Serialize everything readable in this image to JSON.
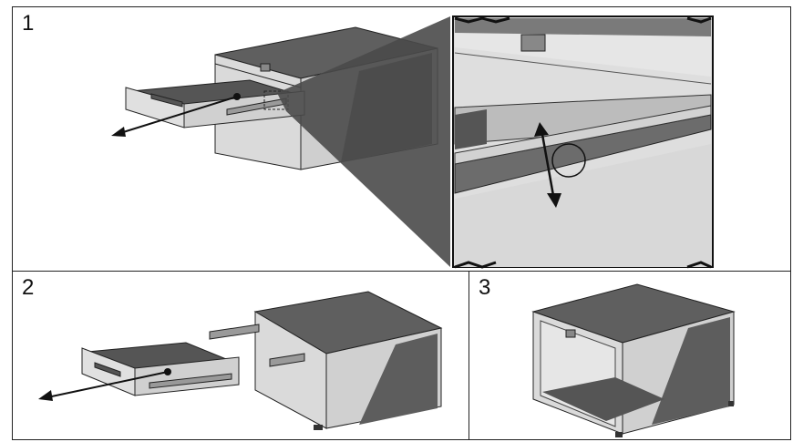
{
  "steps": [
    {
      "number": "1"
    },
    {
      "number": "2"
    },
    {
      "number": "3"
    }
  ],
  "colors": {
    "dark_gray": "#5a5a5a",
    "mid_gray": "#8a8a8a",
    "light_gray": "#d4d4d4",
    "lighter_gray": "#e2e2e2",
    "line": "#222222"
  }
}
